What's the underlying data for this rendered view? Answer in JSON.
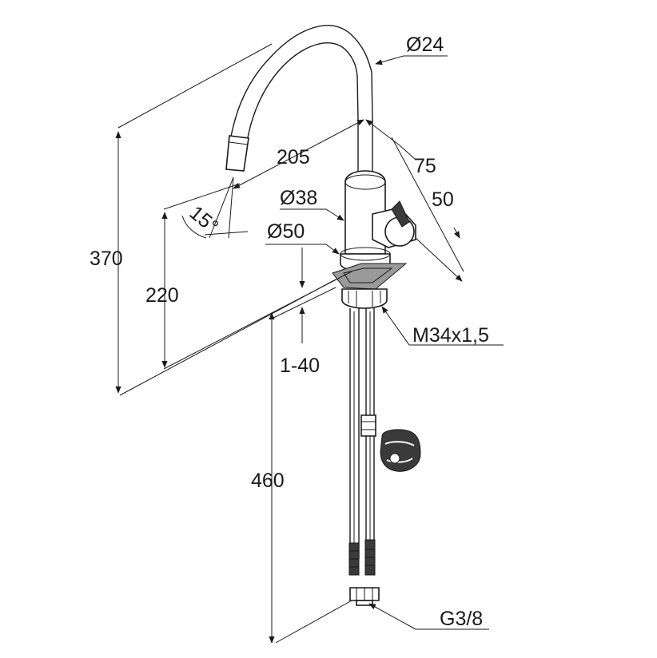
{
  "dimensions": {
    "spout_diameter": "Ø24",
    "reach": "205",
    "handle_offset": "75",
    "handle_depth": "50",
    "body_diameter": "Ø38",
    "base_diameter": "Ø50",
    "spray_angle": "15°",
    "total_height": "370",
    "outlet_height": "220",
    "deck_thickness": "1-40",
    "hose_length": "460",
    "mount_thread": "M34x1,5",
    "connection_thread": "G3/8"
  }
}
